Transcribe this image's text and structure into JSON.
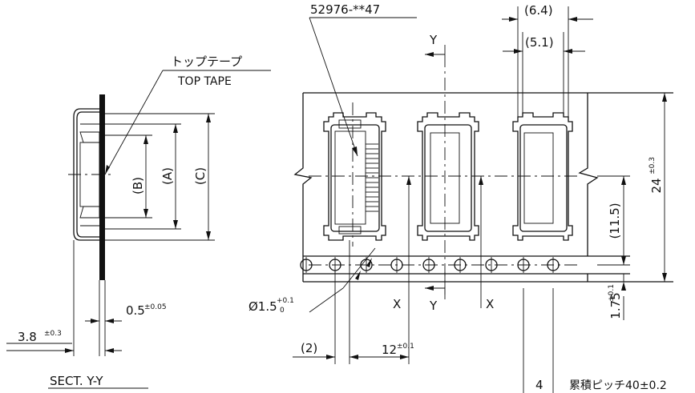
{
  "labels": {
    "part_number": "52976-**47",
    "top_tape_jp": "トップテープ",
    "top_tape_en": "TOP TAPE",
    "section_title": "SECT. Y-Y",
    "dim_b": "(B)",
    "dim_a": "(A)",
    "dim_c": "(C)",
    "dim_6_4": "(6.4)",
    "dim_5_1": "(5.1)",
    "dim_11_5": "(11.5)",
    "dim_24": "24",
    "dim_24_tol": "±0.3",
    "dim_1_75": "1.75",
    "dim_1_75_tol": "±0.1",
    "dim_0_5": "0.5",
    "dim_0_5_tol": "±0.05",
    "dim_3_8": "3.8",
    "dim_3_8_tol": "±0.3",
    "dim_hole": "Ø1.5",
    "dim_hole_tol_plus": "+0.1",
    "dim_hole_tol_zero": "0",
    "dim_2": "(2)",
    "dim_12": "12",
    "dim_12_tol": "±0.1",
    "dim_4": "4",
    "cumulative_pitch": "累積ピッチ40±0.2",
    "sect_x_left": "X",
    "sect_x_right": "X",
    "sect_y_top": "Y",
    "sect_y_bottom": "Y"
  }
}
